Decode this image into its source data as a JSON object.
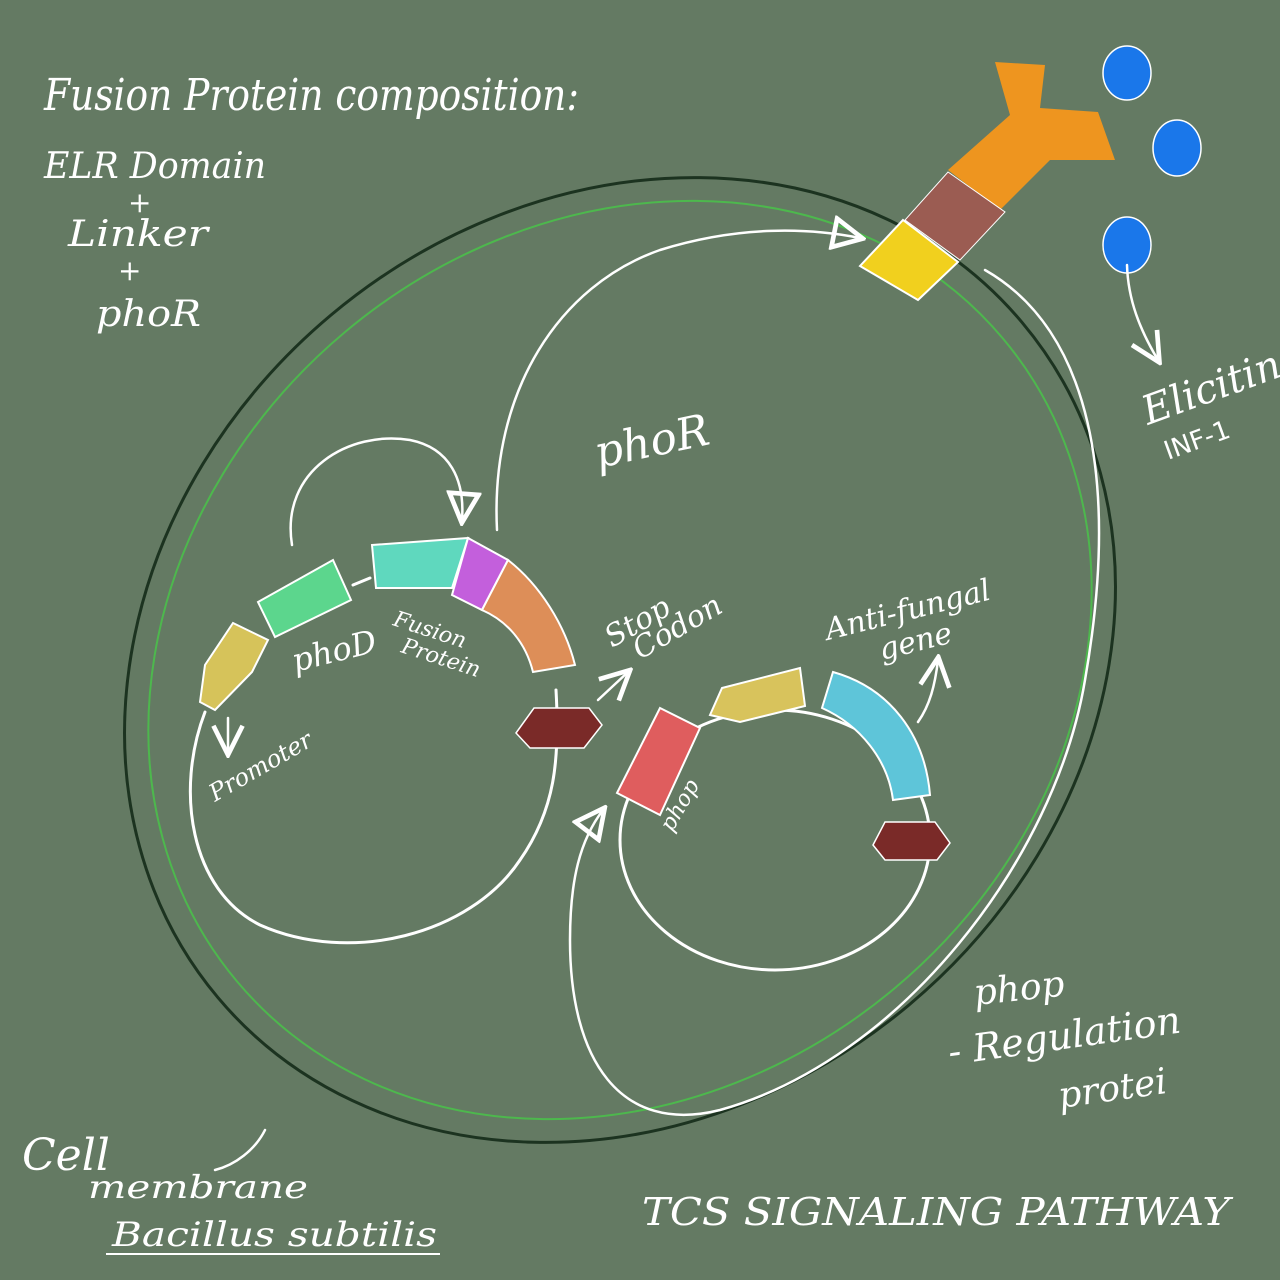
{
  "title_block": {
    "heading": "Fusion Protein composition:",
    "line1": "ELR Domain",
    "plus1": "+",
    "line2": "Linker",
    "plus2": "+",
    "line3": "phoR"
  },
  "labels": {
    "phor_center": "phoR",
    "phod": "phoD",
    "fusion_1": "Fusion",
    "fusion_2": "Protein",
    "stop_1": "Stop",
    "stop_2": "Codon",
    "promoter": "Promoter",
    "phop_small": "phop",
    "antifungal_1": "Anti-fungal",
    "antifungal_2": "gene",
    "elicitin_1": "Elicitin",
    "elicitin_2": "INF-1",
    "phop_reg_1": "phop",
    "phop_reg_2": "- Regulation",
    "phop_reg_3": "protei",
    "cell_1": "Cell",
    "cell_2": "membrane",
    "bacillus": "Bacillus subtilis",
    "tcs": "TCS  SIGNALING PATHWAY"
  },
  "colors": {
    "background": "#647a63",
    "outer_membrane": "#1c3320",
    "inner_membrane": "#4db84d",
    "promoter": "#d6c35a",
    "phod": "#5cd68d",
    "fusion_elr": "#5fd8be",
    "fusion_linker": "#c35fdc",
    "fusion_phor": "#dd8e58",
    "stop": "#7a2a28",
    "phop": "#df5d5e",
    "yellow_gene": "#d8c35c",
    "antifungal": "#5ec5d9",
    "receptor_orange": "#ee951f",
    "receptor_brown": "#9b5c52",
    "receptor_yellow": "#f1d01e",
    "elicitin_dot": "#1a77ea"
  }
}
